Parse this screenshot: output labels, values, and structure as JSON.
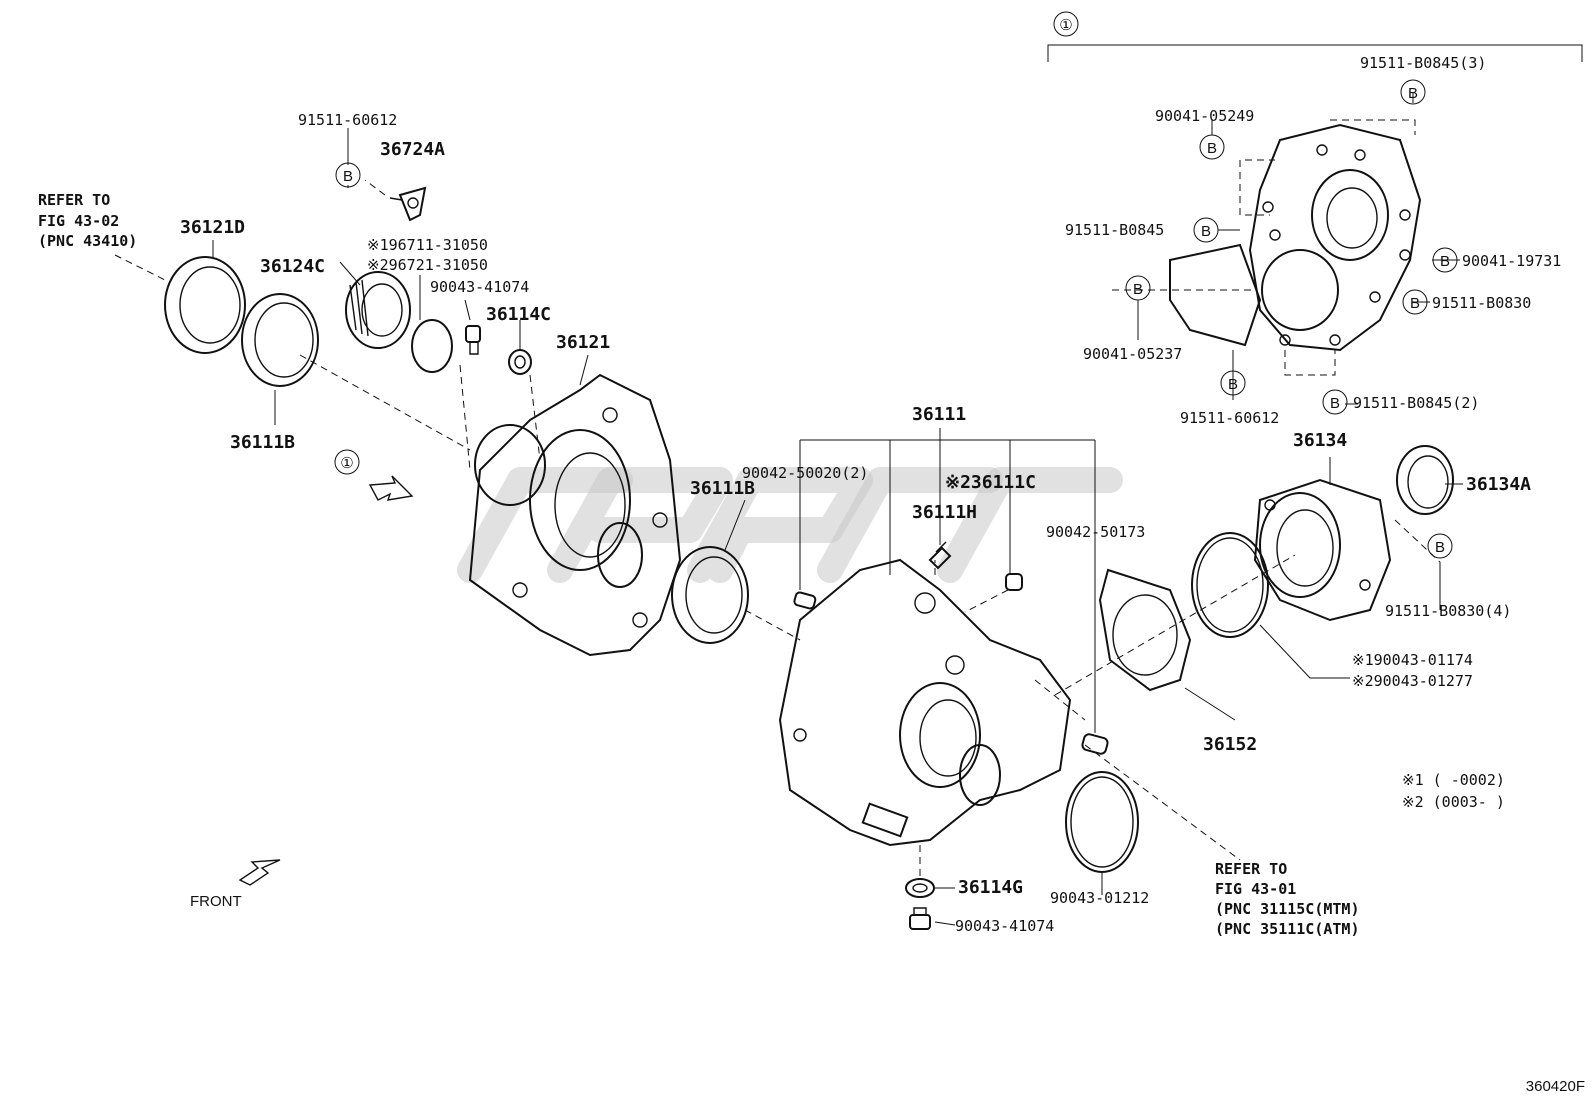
{
  "diagram": {
    "assembly_marker": "①",
    "bolt_marker": "B",
    "code": "360420F",
    "front_label": "FRONT",
    "refer_left": [
      "REFER TO",
      "FIG 43-02",
      "(PNC 43410)"
    ],
    "refer_right": [
      "REFER TO",
      "FIG 43-01",
      "(PNC 31115C(MTM)",
      "(PNC 35111C(ATM)"
    ],
    "footnotes": [
      "※1 (      -0002)",
      "※2 (0003-      )"
    ],
    "labels": {
      "l01": "91511-B0845(3)",
      "l02": "90041-05249",
      "l03": "91511-B0845",
      "l04": "90041-19731",
      "l05": "91511-B0830",
      "l06": "90041-05237",
      "l07": "91511-60612",
      "l08": "91511-B0845(2)",
      "l09": "91511-60612",
      "l10": "36724A",
      "l11": "36121D",
      "l12": "36124C",
      "l13": "※196711-31050",
      "l14": "※296721-31050",
      "l15": "90043-41074",
      "l16": "36114C",
      "l17": "36121",
      "l18": "36111B",
      "l19": "36111B",
      "l20": "36111",
      "l21": "90042-50020(2)",
      "l22": "※236111C",
      "l23": "36111H",
      "l24": "90042-50173",
      "l25": "36134",
      "l26": "36134A",
      "l27": "91511-B0830(4)",
      "l28": "※190043-01174",
      "l29": "※290043-01277",
      "l30": "36152",
      "l31": "36114G",
      "l32": "90043-41074",
      "l33": "90043-01212"
    }
  }
}
